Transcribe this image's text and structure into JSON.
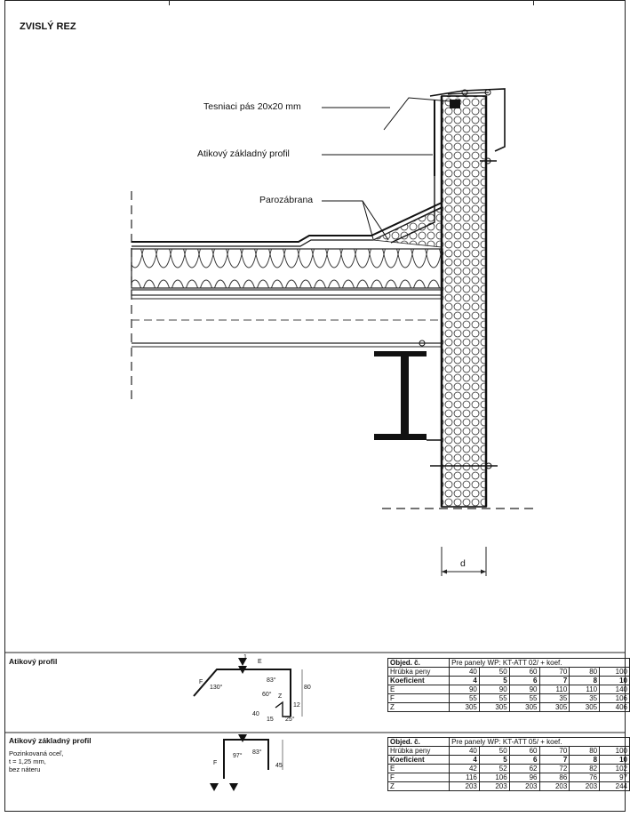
{
  "drawing": {
    "title": "ZVISLÝ REZ",
    "callouts": {
      "tesniaci_pas": "Tesniaci pás 20x20 mm",
      "atikovy_zakladny": "Atikový základný profil",
      "parozabrana": "Parozábrana"
    },
    "dimension_label": "d"
  },
  "section1": {
    "title": "Atikový profil",
    "subtitle": "",
    "labels": {
      "angle1": "130°",
      "angle2": "83°",
      "angle3": "60°",
      "angle4": "25°",
      "side_e": "E",
      "side_f": "F",
      "side_z": "Z",
      "dim80": "80",
      "dim40": "40",
      "dim15": "15",
      "dim12": "12",
      "mark": "1"
    },
    "table": {
      "order_label": "Objed. č.",
      "header": "Pre panely WP: KT-ATT 02/ + koef.",
      "rows": [
        {
          "label": "Hrúbka peny",
          "values": [
            "40",
            "50",
            "60",
            "70",
            "80",
            "100"
          ],
          "bold": false
        },
        {
          "label": "Koeficient",
          "values": [
            "4",
            "5",
            "6",
            "7",
            "8",
            "10"
          ],
          "bold": true
        },
        {
          "label": "E",
          "values": [
            "90",
            "90",
            "90",
            "110",
            "110",
            "140"
          ],
          "bold": false
        },
        {
          "label": "F",
          "values": [
            "55",
            "55",
            "55",
            "35",
            "35",
            "106"
          ],
          "bold": false
        },
        {
          "label": "Z",
          "values": [
            "305",
            "305",
            "305",
            "305",
            "305",
            "406"
          ],
          "bold": false
        }
      ]
    }
  },
  "section2": {
    "title": "Atikový základný profil",
    "subtitle": "Pozinkovaná oceľ,\nt = 1,25 mm,\nbez náteru",
    "labels": {
      "angle1": "97°",
      "angle2": "83°",
      "side_f": "F",
      "dim45": "45"
    },
    "table": {
      "order_label": "Objed. č.",
      "header": "Pre panely WP: KT-ATT 05/ + koef.",
      "rows": [
        {
          "label": "Hrúbka peny",
          "values": [
            "40",
            "50",
            "60",
            "70",
            "80",
            "100"
          ],
          "bold": false
        },
        {
          "label": "Koeficient",
          "values": [
            "4",
            "5",
            "6",
            "7",
            "8",
            "10"
          ],
          "bold": true
        },
        {
          "label": "E",
          "values": [
            "42",
            "52",
            "62",
            "72",
            "82",
            "102"
          ],
          "bold": false
        },
        {
          "label": "F",
          "values": [
            "116",
            "106",
            "96",
            "86",
            "76",
            "97"
          ],
          "bold": false
        },
        {
          "label": "Z",
          "values": [
            "203",
            "203",
            "203",
            "203",
            "203",
            "244"
          ],
          "bold": false
        }
      ]
    }
  }
}
